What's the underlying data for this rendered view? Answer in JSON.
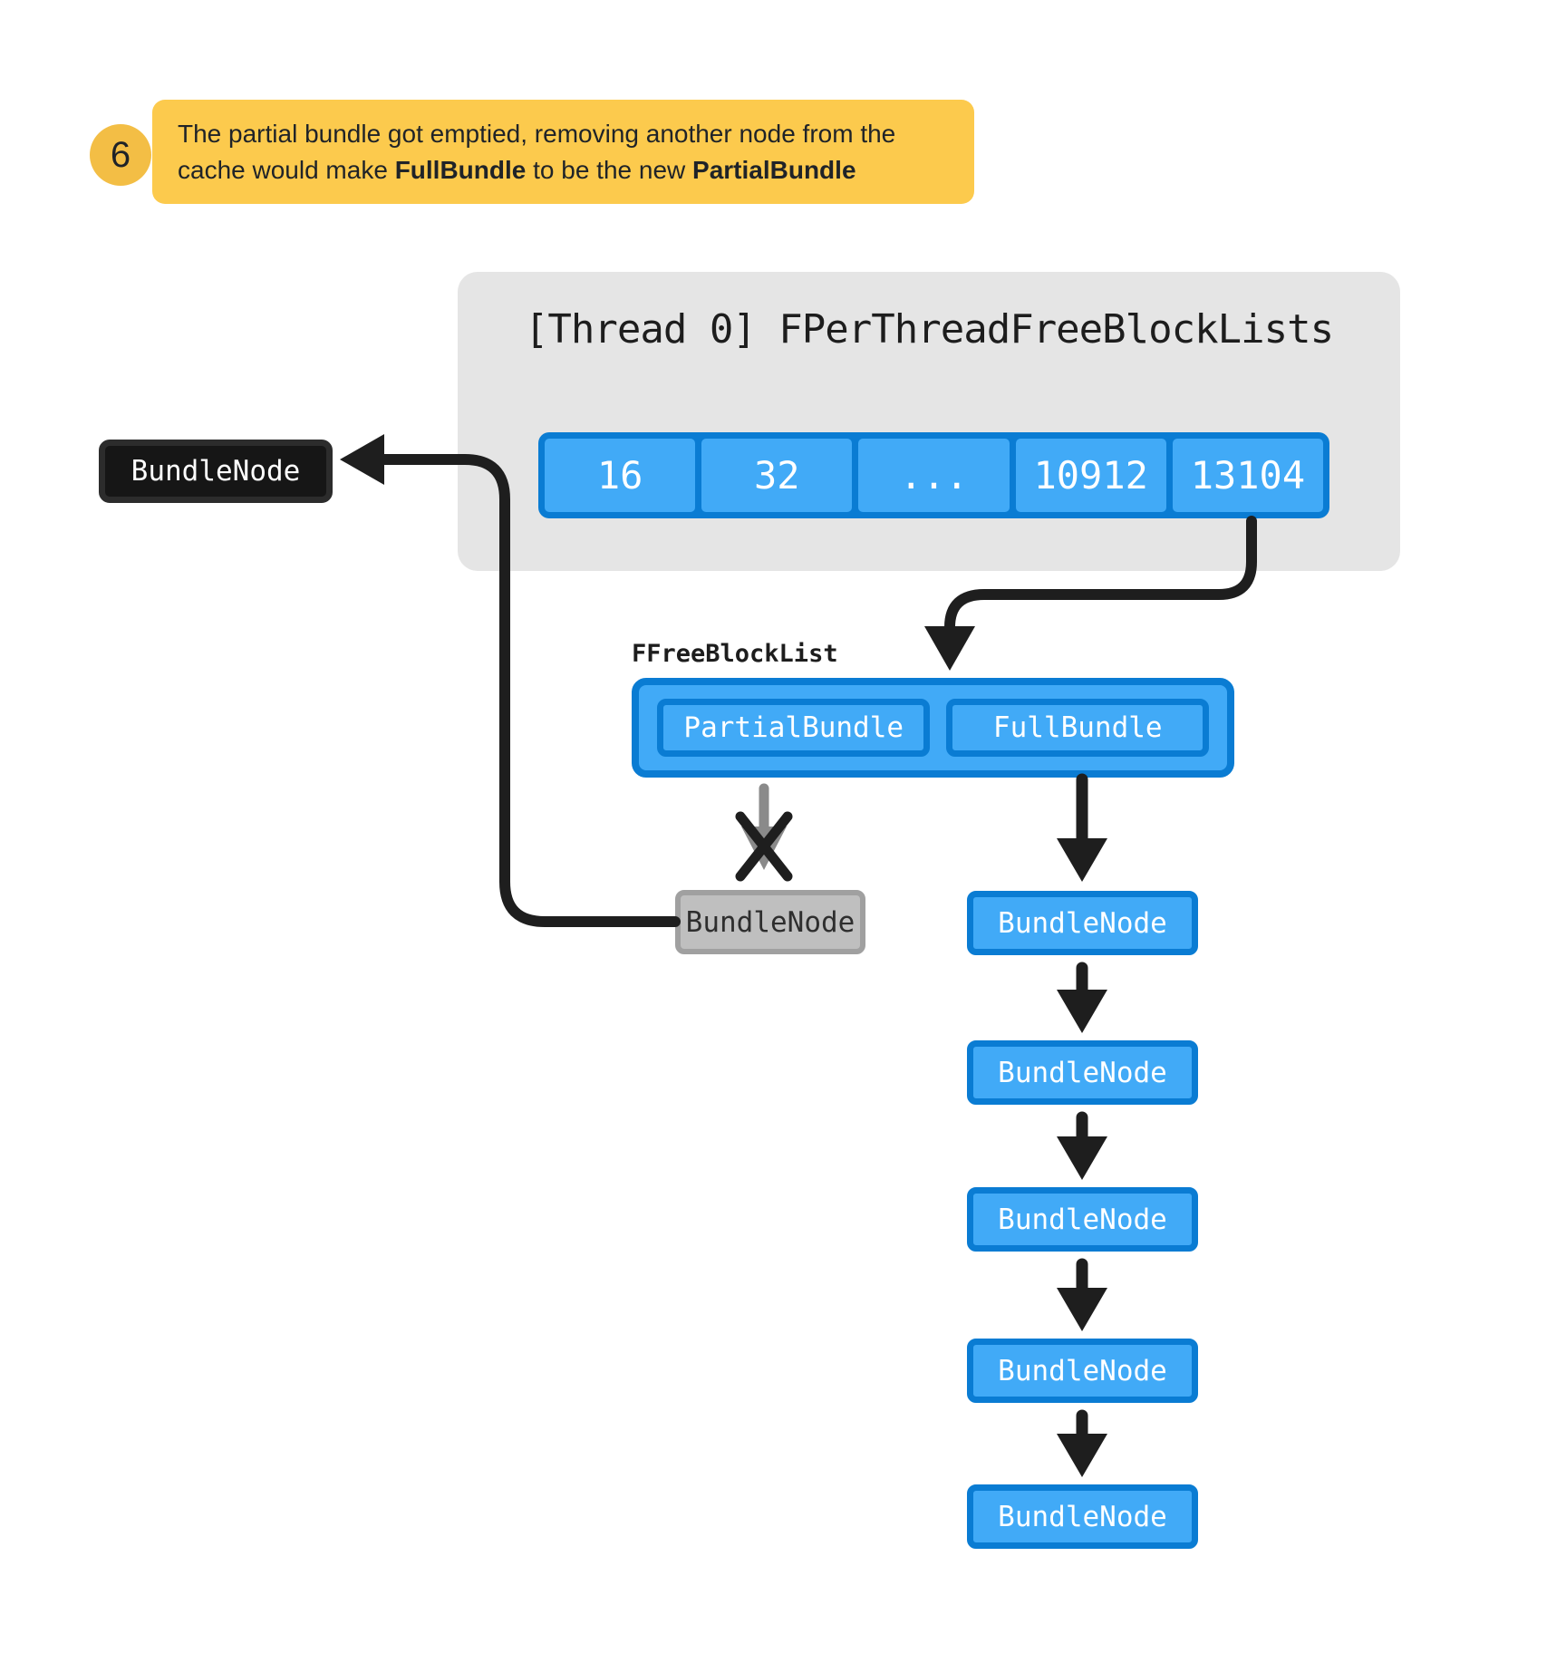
{
  "note": {
    "badge": "6",
    "line1": "The partial bundle got emptied, removing another node from the",
    "line2_pre": "cache would make ",
    "line2_bold1": "FullBundle",
    "line2_mid": " to be the new ",
    "line2_bold2": "PartialBundle"
  },
  "panel": {
    "title": "[Thread 0] FPerThreadFreeBlockLists",
    "cells": [
      "16",
      "32",
      "...",
      "10912",
      "13104"
    ]
  },
  "cached_node": {
    "label": "BundleNode"
  },
  "free_block_list": {
    "label": "FFreeBlockList",
    "partial": "PartialBundle",
    "full": "FullBundle"
  },
  "removed_node": {
    "label": "BundleNode"
  },
  "chain": {
    "nodes": [
      {
        "label": "BundleNode"
      },
      {
        "label": "BundleNode"
      },
      {
        "label": "BundleNode"
      },
      {
        "label": "BundleNode"
      },
      {
        "label": "BundleNode"
      }
    ]
  },
  "colors": {
    "blue_fill": "#41AAF7",
    "blue_border": "#0A7CD3",
    "panel_gray": "#E5E5E5",
    "note_yellow": "#FCCA4D",
    "badge_yellow": "#F3BE45",
    "ink": "#1E1E1E",
    "removed_gray": "#8A8A8A"
  }
}
